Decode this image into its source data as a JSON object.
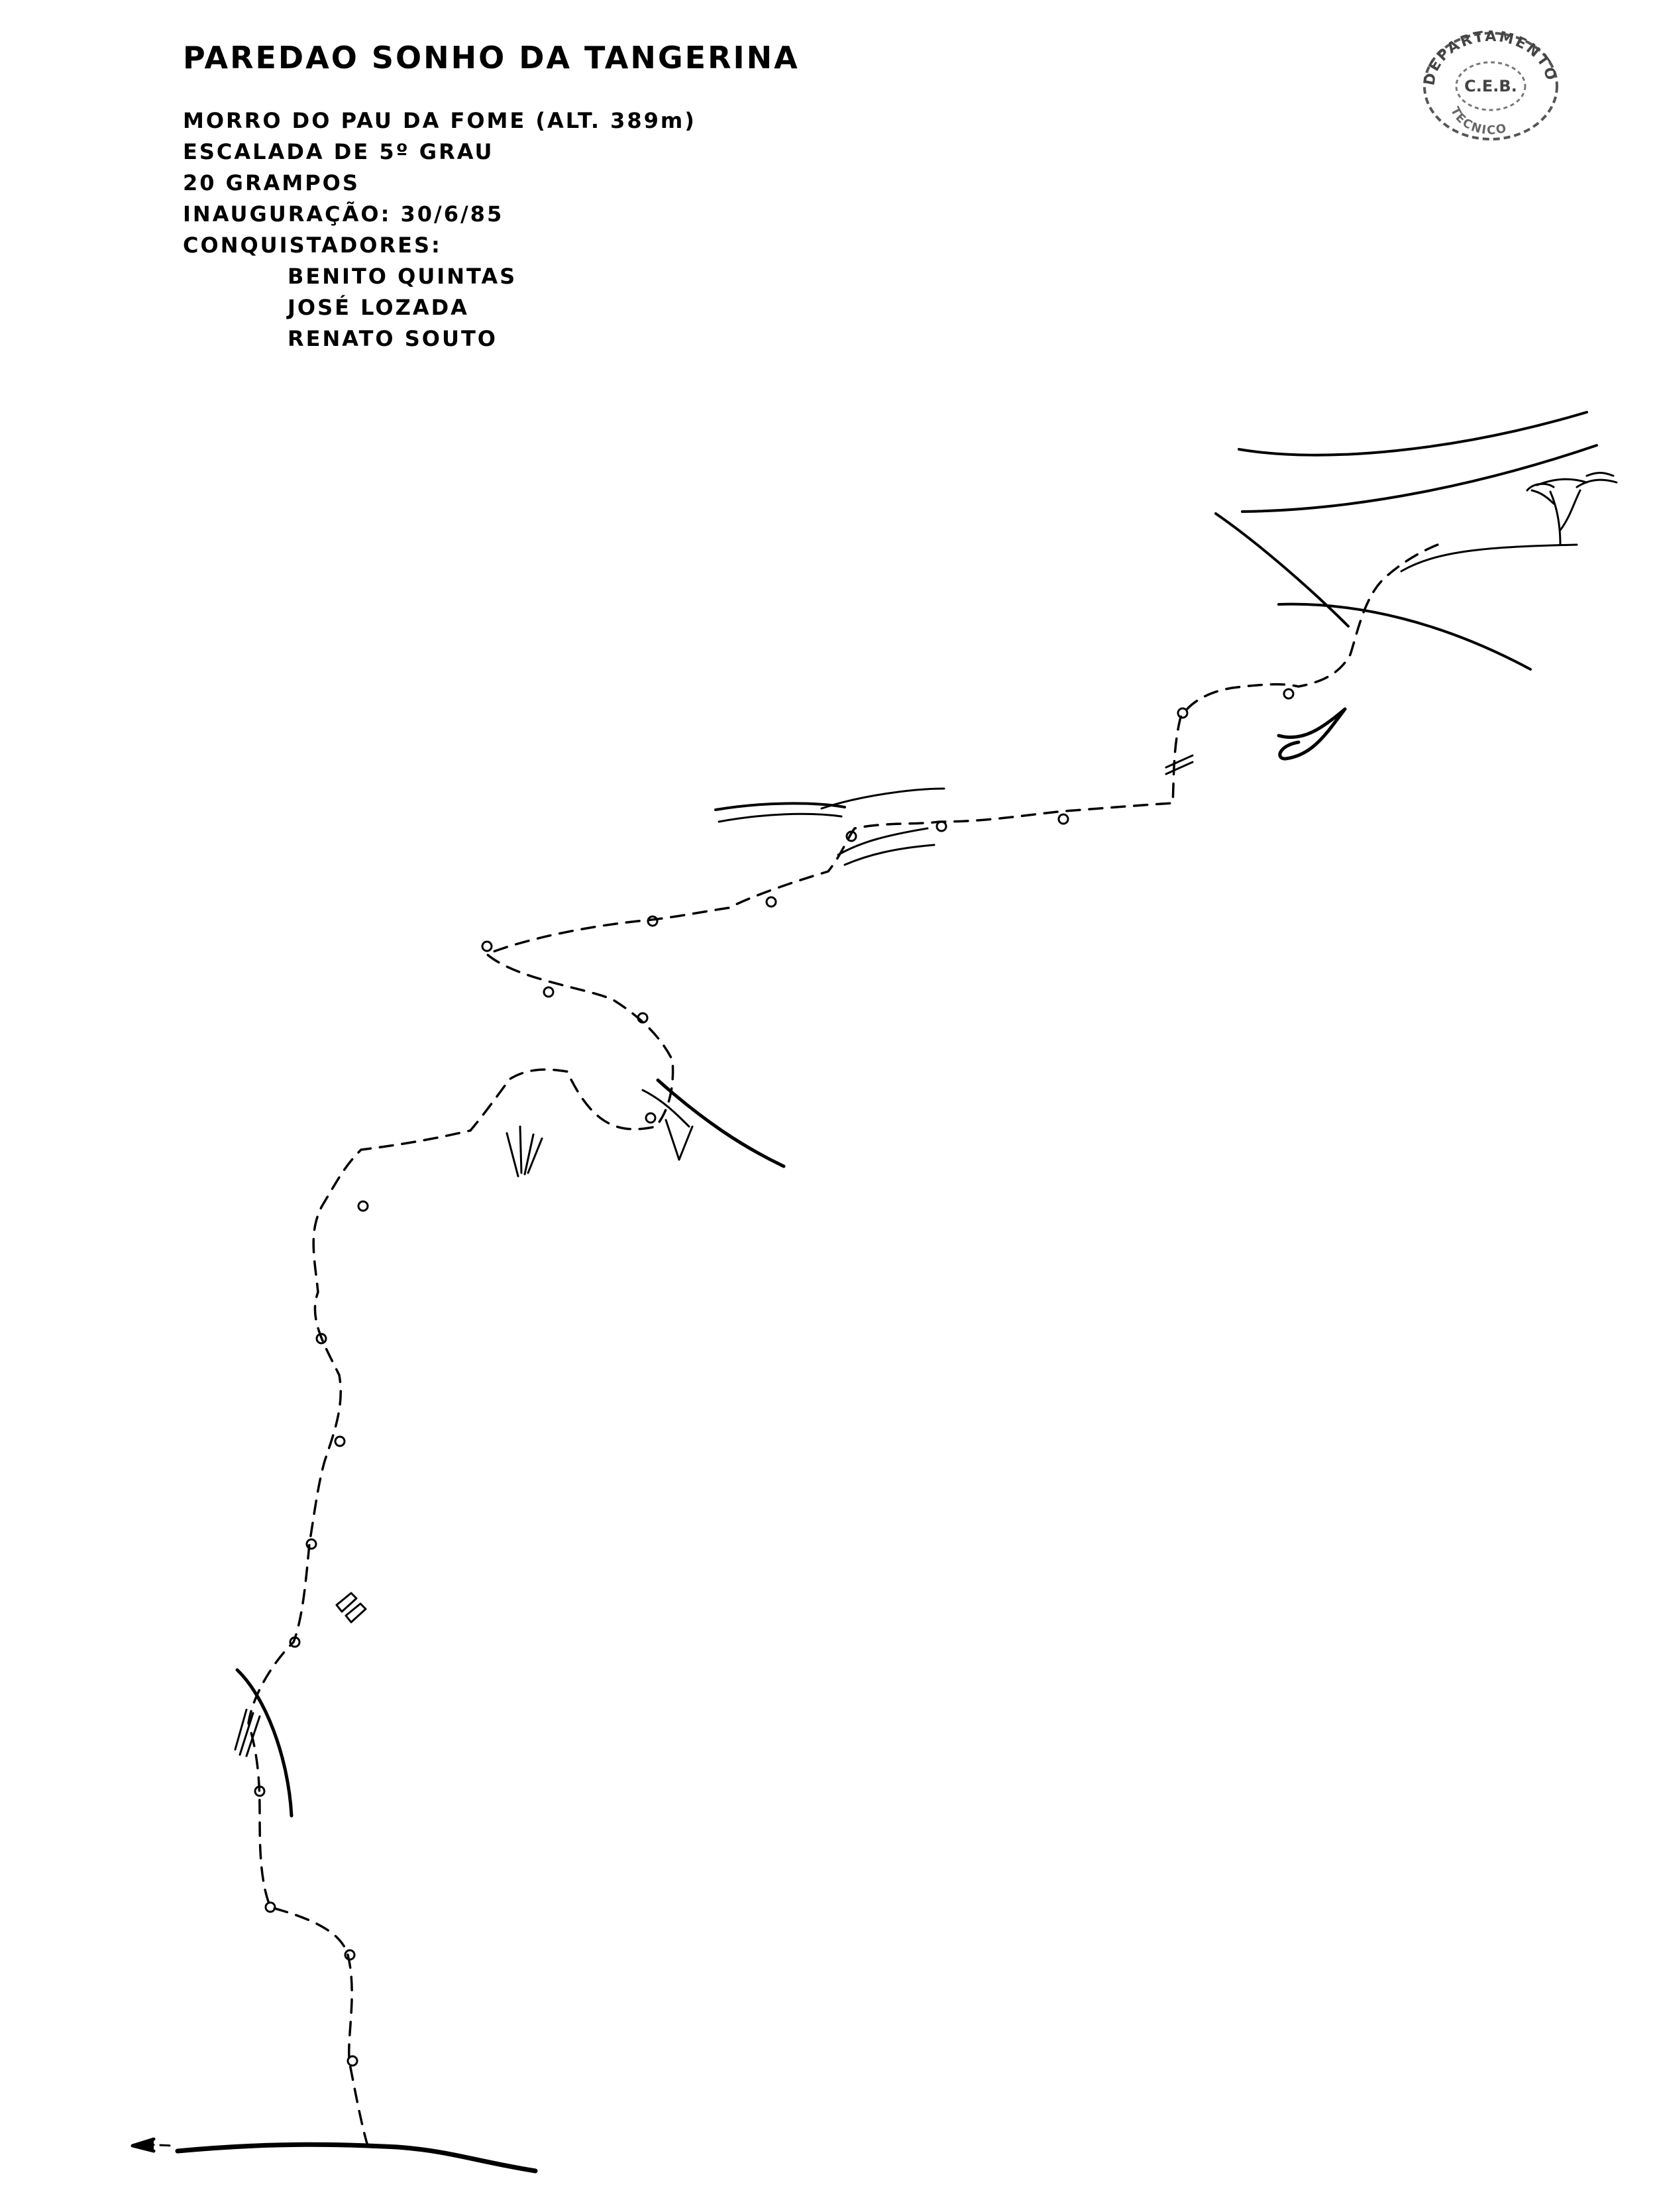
{
  "title": "PAREDAO SONHO DA TANGERINA",
  "info": {
    "location": "MORRO DO PAU DA FOME  (ALT. 389m)",
    "grade": "ESCALADA DE  5º GRAU",
    "bolts": "20 GRAMPOS",
    "opening": "INAUGURAÇÃO: 30/6/85",
    "climbers_heading": "CONQUISTADORES:"
  },
  "climbers": [
    "BENITO QUINTAS",
    "JOSÉ LOZADA",
    "RENATO SOUTO"
  ],
  "stamp": {
    "top_text": "DEPARTAMENTO",
    "center_text": "C.E.B.",
    "bottom_text": "TECNICO"
  },
  "colors": {
    "ink": "#000000",
    "paper": "#ffffff"
  }
}
